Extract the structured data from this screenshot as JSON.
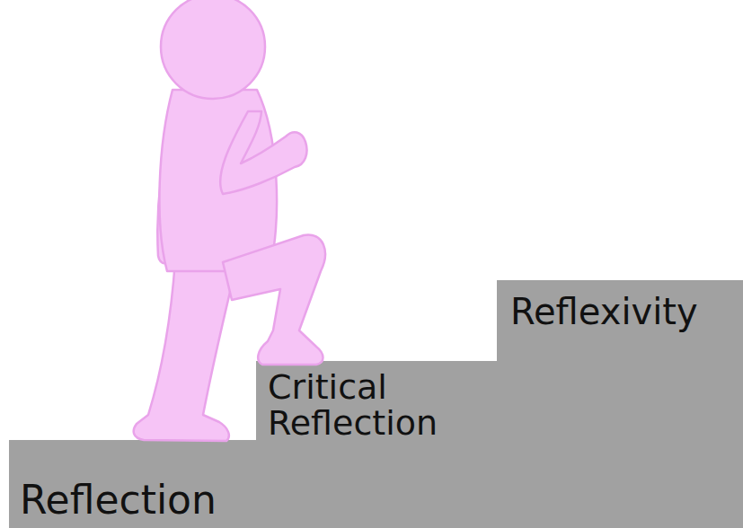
{
  "diagram": {
    "nodes": [
      {
        "text": [
          "Reflection"
        ]
      },
      {
        "text": [
          "Critical Reflection"
        ]
      },
      {
        "text": [
          "Reflexivity"
        ]
      }
    ]
  }
}
